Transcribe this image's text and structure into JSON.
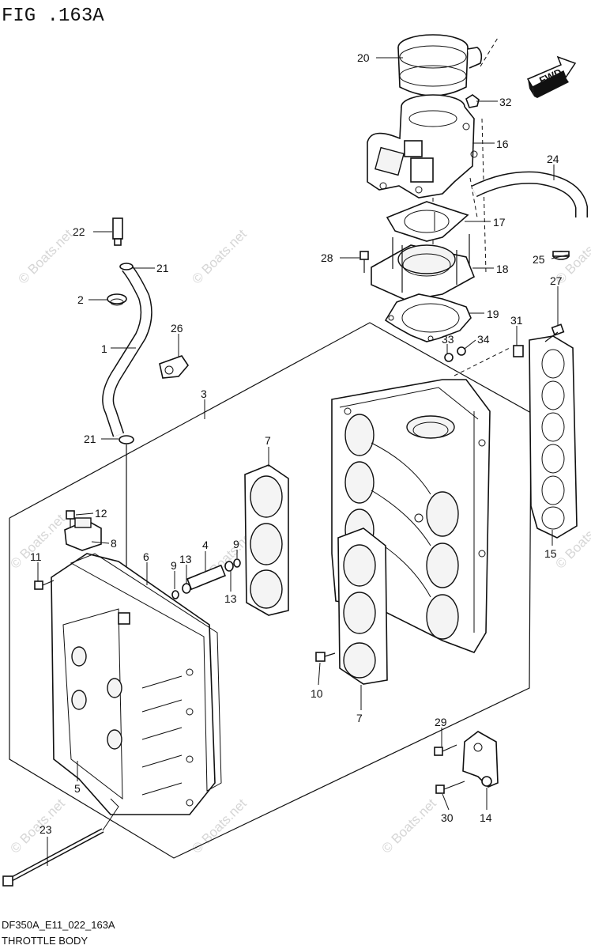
{
  "figure": {
    "title": "FIG .163A",
    "code": "DF350A_E11_022_163A",
    "subtitle": "THROTTLE BODY",
    "fwd_label": "FWD",
    "watermark": "© Boats.net"
  },
  "callouts": [
    {
      "id": "c20",
      "text": "20"
    },
    {
      "id": "c32",
      "text": "32"
    },
    {
      "id": "c16",
      "text": "16"
    },
    {
      "id": "c24",
      "text": "24"
    },
    {
      "id": "c17",
      "text": "17"
    },
    {
      "id": "c22",
      "text": "22"
    },
    {
      "id": "c21a",
      "text": "21"
    },
    {
      "id": "c28",
      "text": "28"
    },
    {
      "id": "c18",
      "text": "18"
    },
    {
      "id": "c25",
      "text": "25"
    },
    {
      "id": "c2",
      "text": "2"
    },
    {
      "id": "c19",
      "text": "19"
    },
    {
      "id": "c27",
      "text": "27"
    },
    {
      "id": "c26",
      "text": "26"
    },
    {
      "id": "c31",
      "text": "31"
    },
    {
      "id": "c1",
      "text": "1"
    },
    {
      "id": "c33",
      "text": "33"
    },
    {
      "id": "c34",
      "text": "34"
    },
    {
      "id": "c3",
      "text": "3"
    },
    {
      "id": "c21b",
      "text": "21"
    },
    {
      "id": "c7a",
      "text": "7"
    },
    {
      "id": "c12",
      "text": "12"
    },
    {
      "id": "c8",
      "text": "8"
    },
    {
      "id": "c11",
      "text": "11"
    },
    {
      "id": "c6",
      "text": "6"
    },
    {
      "id": "c4",
      "text": "4"
    },
    {
      "id": "c9a",
      "text": "9"
    },
    {
      "id": "c13a",
      "text": "13"
    },
    {
      "id": "c9b",
      "text": "9"
    },
    {
      "id": "c13b",
      "text": "13"
    },
    {
      "id": "c15",
      "text": "15"
    },
    {
      "id": "c10",
      "text": "10"
    },
    {
      "id": "c7b",
      "text": "7"
    },
    {
      "id": "c29",
      "text": "29"
    },
    {
      "id": "c5",
      "text": "5"
    },
    {
      "id": "c30",
      "text": "30"
    },
    {
      "id": "c14",
      "text": "14"
    },
    {
      "id": "c23",
      "text": "23"
    }
  ]
}
